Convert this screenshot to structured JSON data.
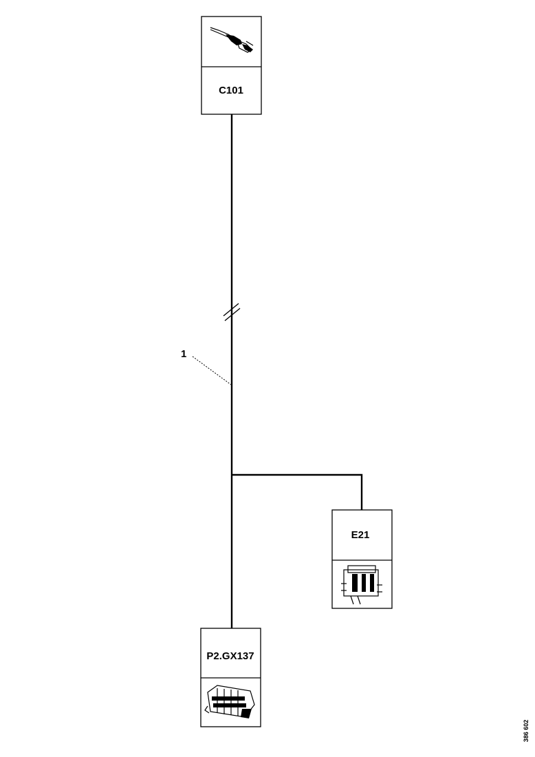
{
  "connectors": {
    "top": {
      "label": "C101",
      "icon": "terminal-pin-icon"
    },
    "right": {
      "label": "E21",
      "icon": "relay-connector-icon"
    },
    "bottom": {
      "label": "P2.GX137",
      "icon": "multi-pin-connector-icon"
    }
  },
  "wire": {
    "callout": "1"
  },
  "reference": {
    "code": "386 602"
  }
}
